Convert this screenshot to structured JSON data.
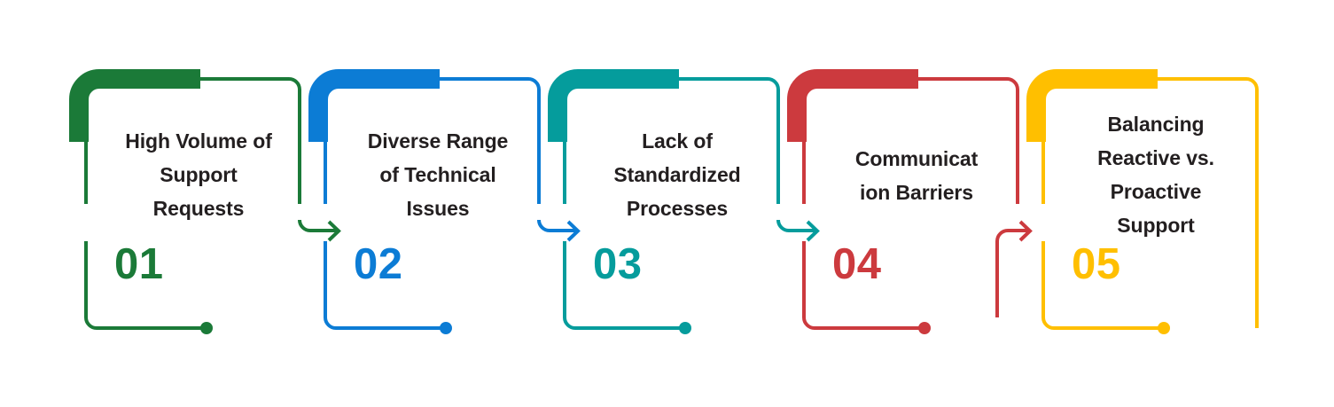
{
  "diagram": {
    "type": "process-steps",
    "title": "",
    "step_count": 5,
    "background_color": "#ffffff",
    "text_color": "#231f20"
  },
  "steps": [
    {
      "number": "01",
      "title": "High Volume of Support Requests",
      "lines": [
        "High Volume of",
        "Support",
        "Requests"
      ],
      "color": "#1B7A38",
      "has_arrow": true,
      "has_end_dot": true
    },
    {
      "number": "02",
      "title": "Diverse Range of Technical Issues",
      "lines": [
        "Diverse Range",
        "of Technical",
        "Issues"
      ],
      "color": "#0C7CD5",
      "has_arrow": true,
      "has_end_dot": true
    },
    {
      "number": "03",
      "title": "Lack of Standardized Processes",
      "lines": [
        "Lack of",
        "Standardized",
        "Processes"
      ],
      "color": "#059C9C",
      "has_arrow": true,
      "has_end_dot": true
    },
    {
      "number": "04",
      "title": "Communication Barriers",
      "lines": [
        "Communicat",
        "ion Barriers"
      ],
      "color": "#CC3A3E",
      "has_arrow": true,
      "has_end_dot": true
    },
    {
      "number": "05",
      "title": "Balancing Reactive vs. Proactive Support",
      "lines": [
        "Balancing",
        "Reactive vs.",
        "Proactive",
        "Support"
      ],
      "color": "#FFBF00",
      "has_arrow": false,
      "has_end_dot": true
    }
  ]
}
